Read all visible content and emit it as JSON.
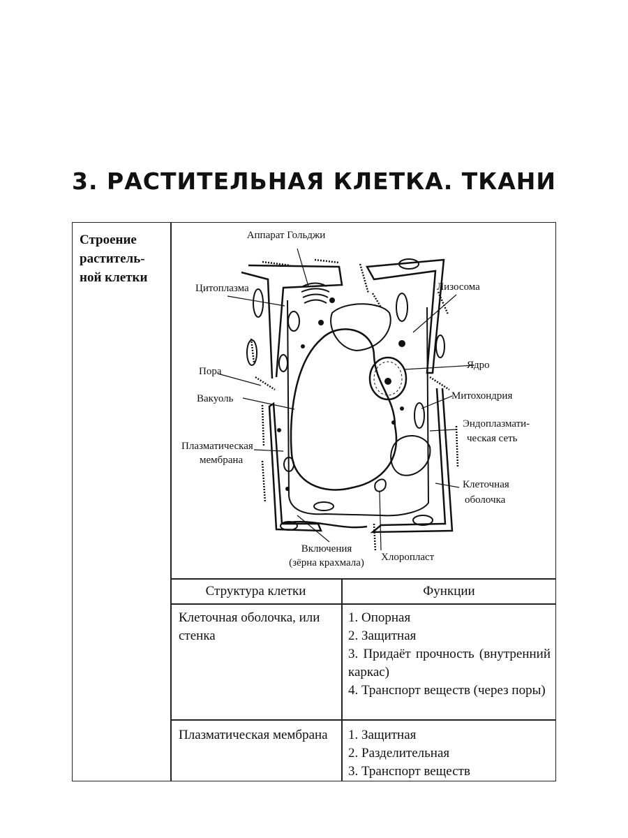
{
  "page": {
    "title": "3. РАСТИТЕЛЬНАЯ КЛЕТКА. ТКАНИ",
    "section_label": "Строение\nраститель-\nной клетки"
  },
  "diagram": {
    "labels": {
      "golgi": "Аппарат Гольджи",
      "cytoplasm": "Цитоплазма",
      "lysosome": "Лизосома",
      "nucleus": "Ядро",
      "pore": "Пора",
      "vacuole": "Вакуоль",
      "mitochondrion": "Митохондрия",
      "er_line1": "Эндоплазмати-",
      "er_line2": "ческая сеть",
      "plasma_line1": "Плазматическая",
      "plasma_line2": "мембрана",
      "wall_line1": "Клеточная",
      "wall_line2": "оболочка",
      "inclusions_line1": "Включения",
      "inclusions_line2": "(зёрна крахмала)",
      "chloroplast": "Хлоропласт"
    }
  },
  "table": {
    "headers": [
      "Структура клетки",
      "Функции"
    ],
    "rows": [
      {
        "structure": "Клеточная оболочка, или стенка",
        "functions": [
          "1. Опорная",
          "2. Защитная",
          "3. Придаёт прочность (внутренний каркас)",
          "4. Транспорт веществ (через поры)"
        ]
      },
      {
        "structure": "Плазматическая мембрана",
        "functions": [
          "1. Защитная",
          "2. Разделительная",
          "3. Транспорт веществ"
        ]
      }
    ]
  }
}
